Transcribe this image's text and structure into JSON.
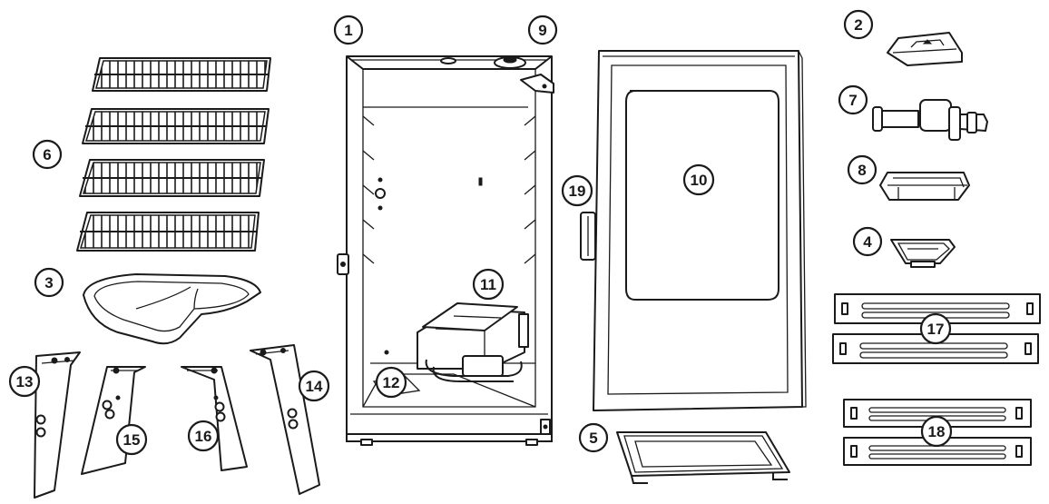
{
  "colors": {
    "ink": "#1a1a1a",
    "paper": "#ffffff"
  },
  "callouts": [
    {
      "id": "c1",
      "label": "1"
    },
    {
      "id": "c2",
      "label": "2"
    },
    {
      "id": "c3",
      "label": "3"
    },
    {
      "id": "c4",
      "label": "4"
    },
    {
      "id": "c5",
      "label": "5"
    },
    {
      "id": "c6",
      "label": "6"
    },
    {
      "id": "c7",
      "label": "7"
    },
    {
      "id": "c8",
      "label": "8"
    },
    {
      "id": "c9",
      "label": "9"
    },
    {
      "id": "c10",
      "label": "10"
    },
    {
      "id": "c11",
      "label": "11"
    },
    {
      "id": "c12",
      "label": "12"
    },
    {
      "id": "c13",
      "label": "13"
    },
    {
      "id": "c14",
      "label": "14"
    },
    {
      "id": "c15",
      "label": "15"
    },
    {
      "id": "c16",
      "label": "16"
    },
    {
      "id": "c17",
      "label": "17"
    },
    {
      "id": "c18",
      "label": "18"
    },
    {
      "id": "c19",
      "label": "19"
    }
  ]
}
